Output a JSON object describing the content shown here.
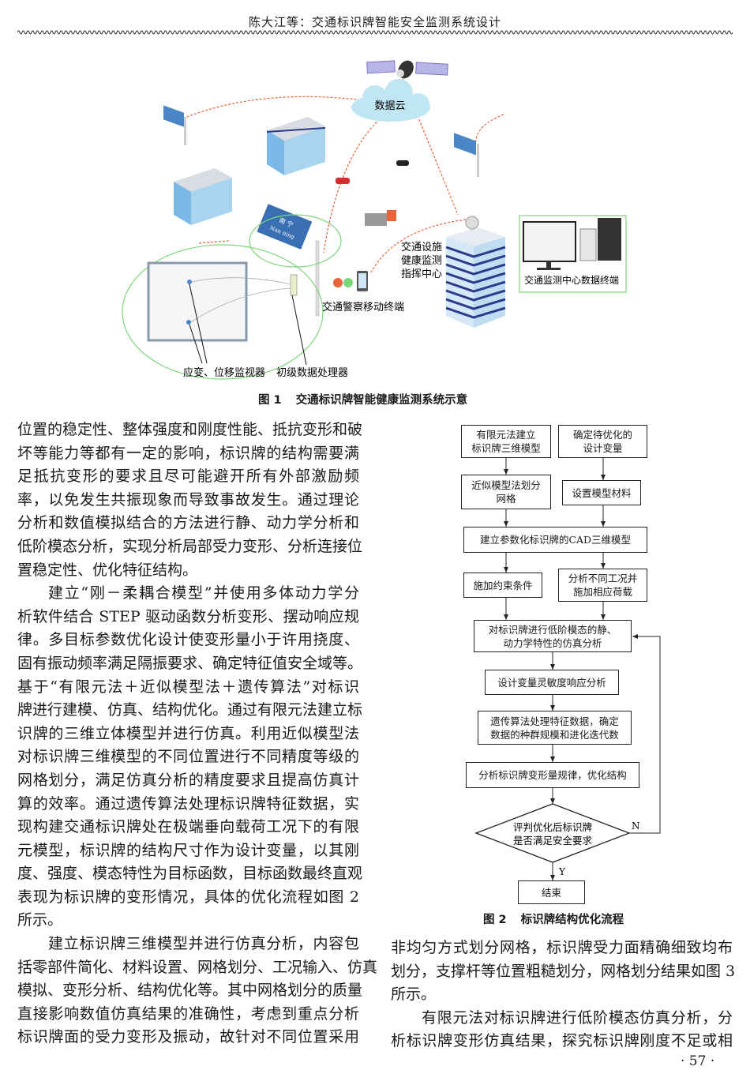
{
  "header": {
    "running_title": "陈大江等：交通标识牌智能安全监测系统设计"
  },
  "figure1": {
    "caption_label": "图 1",
    "caption_text": "交通标识牌智能健康监测系统示意",
    "labels": {
      "cloud": "数据云",
      "command_center": [
        "交通设施",
        "健康监测",
        "指挥中心"
      ],
      "data_terminal": "交通监测中心数据终端",
      "police_terminal": "交通警察移动终端",
      "monitors": "应变、位移监视器",
      "processor": "初级数据处理器",
      "sign_cn": "南 宁",
      "sign_en": "Nan ning"
    }
  },
  "figure2": {
    "caption_label": "图 2",
    "caption_text": "标识牌结构优化流程",
    "boxes": [
      [
        "有限元法建立",
        "标识牌三维模型"
      ],
      [
        "确定待优化的",
        "设计变量"
      ],
      [
        "近似模型法划分",
        "网格"
      ],
      [
        "设置模型材料"
      ],
      [
        "建立参数化标识牌的CAD三维模型"
      ],
      [
        "施加约束条件"
      ],
      [
        "分析不同工况并",
        "施加相应荷载"
      ],
      [
        "对标识牌进行低阶模态的静、",
        "动力学特性的仿真分析"
      ],
      [
        "设计变量灵敏度响应分析"
      ],
      [
        "遗传算法处理特征数据，确定",
        "数据的种群规模和进化迭代数"
      ],
      [
        "分析标识牌变形量规律，优化结构"
      ],
      [
        "结束"
      ]
    ],
    "decision": [
      "评判优化后标识牌",
      "是否满足安全要求"
    ],
    "yes_label": "Y",
    "no_label": "N"
  },
  "left_column": {
    "paragraphs": [
      {
        "indent": false,
        "lines": [
          "位置的稳定性、整体强度和刚度性能、抵抗变形和破",
          "坏等能力等都有一定的影响，标识牌的结构需要满",
          "足抵抗变形的要求且尽可能避开所有外部激励频",
          "率，以免发生共振现象而导致事故发生。通过理论",
          "分析和数值模拟结合的方法进行静、动力学分析和",
          "低阶模态分析，实现分析局部受力变形、分析连接位",
          "置稳定性、优化特征结构。"
        ]
      },
      {
        "indent": true,
        "lines": [
          "建立“刚－柔耦合模型”并使用多体动力学分",
          "析软件结合 STEP 驱动函数分析变形、摆动响应规",
          "律。多目标参数优化设计使变形量小于许用挠度、",
          "固有振动频率满足隔振要求、确定特征值安全域等。",
          "基于“有限元法＋近似模型法＋遗传算法”对标识",
          "牌进行建模、仿真、结构优化。通过有限元法建立标",
          "识牌的三维立体模型并进行仿真。利用近似模型法",
          "对标识牌三维模型的不同位置进行不同精度等级的",
          "网格划分，满足仿真分析的精度要求且提高仿真计",
          "算的效率。通过遗传算法处理标识牌特征数据，实",
          "现构建交通标识牌处在极端垂向载荷工况下的有限",
          "元模型，标识牌的结构尺寸作为设计变量，以其刚",
          "度、强度、模态特性为目标函数，目标函数最终直观",
          "表现为标识牌的变形情况，具体的优化流程如图 2",
          "所示。"
        ]
      },
      {
        "indent": true,
        "lines": [
          "建立标识牌三维模型并进行仿真分析，内容包",
          "括零部件简化、材料设置、网格划分、工况输入、仿真",
          "模拟、变形分析、结构优化等。其中网格划分的质量",
          "直接影响数值仿真结果的准确性，考虑到重点分析",
          "标识牌面的受力变形及振动，故针对不同位置采用"
        ],
        "continues": true
      }
    ]
  },
  "right_column": {
    "paragraphs": [
      {
        "indent": false,
        "lines": [
          "非均匀方式划分网格，标识牌受力面精确细致均布",
          "划分，支撑杆等位置粗糙划分，网格划分结果如图 3",
          "所示。"
        ]
      },
      {
        "indent": true,
        "lines": [
          "有限元法对标识牌进行低阶模态仿真分析，分",
          "析标识牌变形仿真结果，探究标识牌刚度不足或相"
        ],
        "continues": true
      }
    ]
  },
  "page_number": "· 57 ·",
  "colors": {
    "link_arrow": "#e8643c",
    "highlight_ellipse": "#7cd67c",
    "building_blue": "#2b3a8c",
    "cloud": "#bfe6f2"
  }
}
